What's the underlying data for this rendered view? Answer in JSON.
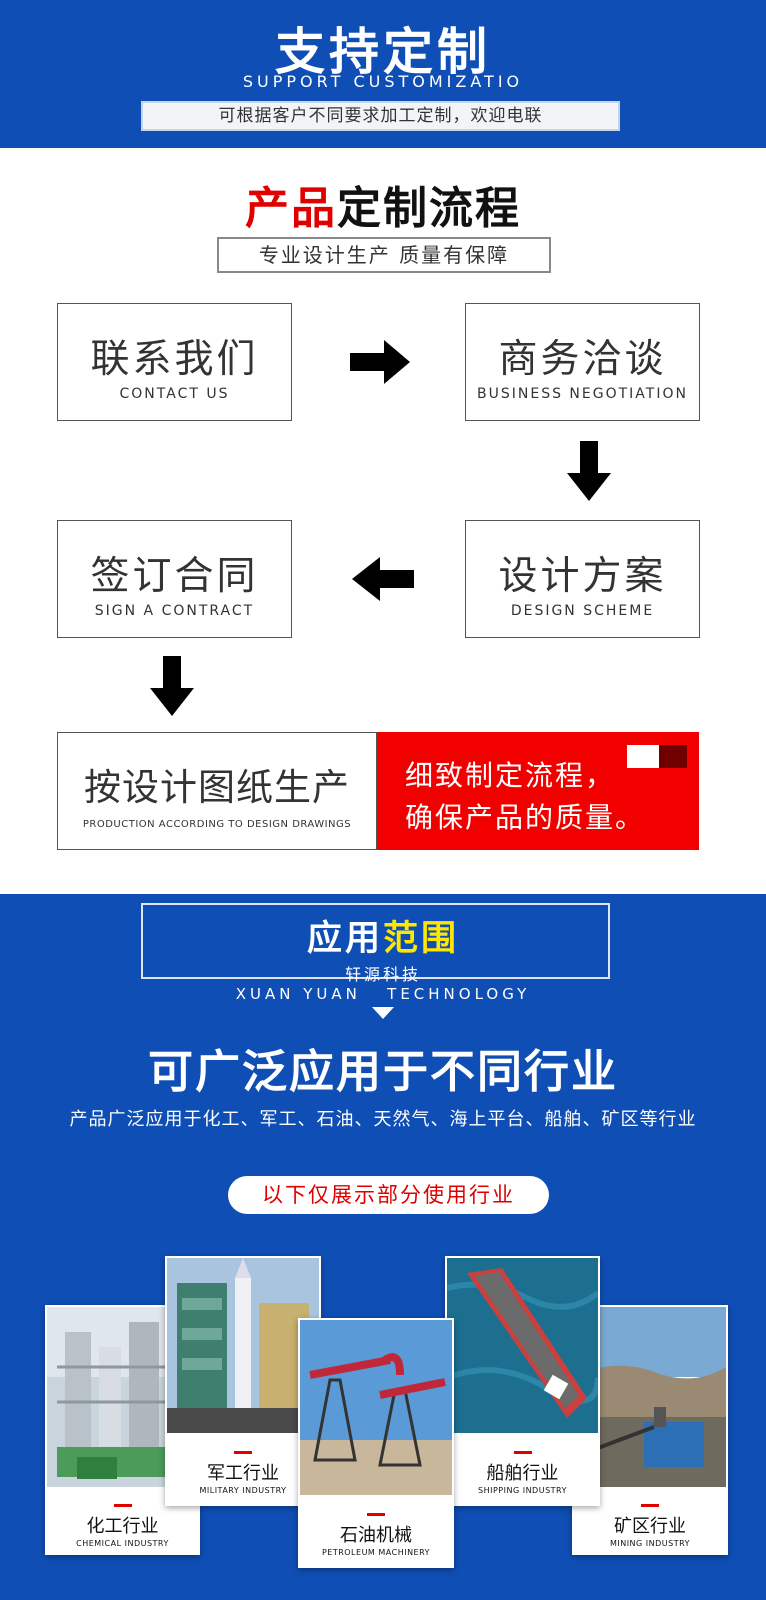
{
  "header": {
    "title": "支持定制",
    "subtitle": "SUPPORT CUSTOMIZATIO",
    "note": "可根据客户不同要求加工定制，欢迎电联"
  },
  "process": {
    "title_red": "产品",
    "title_black": "定制流程",
    "subtitle": "专业设计生产 质量有保障",
    "steps": [
      {
        "cn": "联系我们",
        "en": "CONTACT US"
      },
      {
        "cn": "商务洽谈",
        "en": "BUSINESS NEGOTIATION"
      },
      {
        "cn": "设计方案",
        "en": "DESIGN SCHEME"
      },
      {
        "cn": "签订合同",
        "en": "SIGN A CONTRACT"
      },
      {
        "cn": "按设计图纸生产",
        "en": "PRODUCTION ACCORDING TO DESIGN DRAWINGS"
      }
    ],
    "promo_line1": "细致制定流程，",
    "promo_line2": "确保产品的质量。"
  },
  "application": {
    "title_white": "应用",
    "title_yellow": "范围",
    "company_cn": "轩源科技",
    "company_en": "XUAN YUAN   TECHNOLOGY",
    "headline": "可广泛应用于不同行业",
    "description": "产品广泛应用于化工、军工、石油、天然气、海上平台、船舶、矿区等行业",
    "pill": "以下仅展示部分使用行业",
    "industries": [
      {
        "cn": "化工行业",
        "en": "CHEMICAL INDUSTRY"
      },
      {
        "cn": "军工行业",
        "en": "MILITARY INDUSTRY"
      },
      {
        "cn": "石油机械",
        "en": "PETROLEUM MACHINERY"
      },
      {
        "cn": "船舶行业",
        "en": "SHIPPING INDUSTRY"
      },
      {
        "cn": "矿区行业",
        "en": "MINING INDUSTRY"
      }
    ]
  },
  "colors": {
    "brand_blue": "#0f4fb5",
    "accent_red": "#e00000",
    "accent_yellow": "#ffe600"
  }
}
